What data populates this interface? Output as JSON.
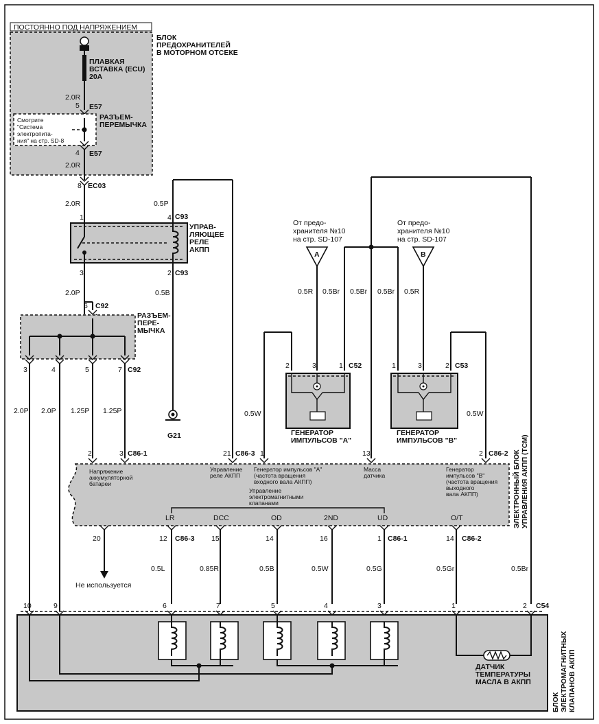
{
  "header": {
    "always_hot": "ПОСТОЯННО ПОД НАПРЯЖЕНИЕМ"
  },
  "fuse_block": {
    "title_lines": [
      "БЛОК",
      "ПРЕДОХРАНИТЕЛЕЙ",
      "В МОТОРНОМ ОТСЕКЕ"
    ],
    "fuse_lines": [
      "ПЛАВКАЯ",
      "ВСТАВКА (ECU)",
      "20A"
    ],
    "jumper_lines": [
      "РАЗЪЕМ-",
      "ПЕРЕМЫЧКА"
    ],
    "note_lines": [
      "Смотрите",
      "\"Система",
      "электропита-",
      "ния\" на стр. SD-8"
    ]
  },
  "relay": {
    "title_lines": [
      "УПРАВ-",
      "ЛЯЮЩЕЕ",
      "РЕЛЕ",
      "АКПП"
    ]
  },
  "jumper2": {
    "title_lines": [
      "РАЗЪЕМ-",
      "ПЕРЕ-",
      "МЫЧКА"
    ]
  },
  "ground": {
    "label": "G21"
  },
  "source_a": {
    "text_lines": [
      "От предо-",
      "хранителя №10",
      "на стр. SD-107"
    ],
    "letter": "A"
  },
  "source_b": {
    "text_lines": [
      "От предо-",
      "хранителя №10",
      "на стр. SD-107"
    ],
    "letter": "B"
  },
  "gen_a": {
    "label_lines": [
      "ГЕНЕРАТОР",
      "ИМПУЛЬСОВ \"А\""
    ]
  },
  "gen_b": {
    "label_lines": [
      "ГЕНЕРАТОР",
      "ИМПУЛЬСОВ \"В\""
    ]
  },
  "tcm": {
    "side_lines": [
      "ЭЛЕКТРОННЫЙ БЛОК",
      "УПРАВЛЕНИЯ АКПП (ТСМ)"
    ],
    "battery_lines": [
      "Напряжение",
      "аккумуляторной",
      "батареи"
    ],
    "relay_ctrl_lines": [
      "Управление",
      "реле АКПП"
    ],
    "gen_a_lines": [
      "Генератор импульсов \"А\"",
      "(частота вращения",
      "входного вала АКПП)"
    ],
    "sensor_gnd_lines": [
      "Масса",
      "датчика"
    ],
    "gen_b_lines": [
      "Генератор",
      "импульсов \"В\"",
      "(частота вращения",
      "выходного",
      "вала АКПП)"
    ],
    "solenoid_ctrl_lines": [
      "Управление",
      "электромагнитными",
      "клапанами"
    ],
    "outputs": [
      "LR",
      "DCC",
      "OD",
      "2ND",
      "UD",
      "O/T"
    ]
  },
  "not_used": "Не используется",
  "solenoid_block": {
    "side_lines": [
      "БЛОК",
      "ЭЛЕКТРОМАГНИТНЫХ",
      "КЛАПАНОВ АКПП"
    ],
    "sensor_lines": [
      "ДАТЧИК",
      "ТЕМПЕРАТУРЫ",
      "МАСЛА В АКПП"
    ]
  },
  "connectors": {
    "e57_top": "E57",
    "e57_bot": "E57",
    "ec03": "EC03",
    "c93_top": "C93",
    "c93_bot": "C93",
    "c92_top": "C92",
    "c92_bot": "C92",
    "c52": "C52",
    "c53": "C53",
    "c86_1_top": "C86-1",
    "c86_3_top": "C86-3",
    "c86_2_top": "C86-2",
    "c86_3_bot": "C86-3",
    "c86_1_bot": "C86-1",
    "c86_2_bot": "C86-2",
    "c54": "C54"
  },
  "pins": {
    "e57_5": "5",
    "e57_4": "4",
    "ec03_8": "8",
    "c93_1": "1",
    "c93_4": "4",
    "c93_3": "3",
    "c93_2": "2",
    "c92_6": "6",
    "c92_3": "3",
    "c92_4": "4",
    "c92_5": "5",
    "c92_7": "7",
    "c52_2": "2",
    "c52_3": "3",
    "c52_1": "1",
    "c53_1": "1",
    "c53_3": "3",
    "c53_2": "2",
    "t_2": "2",
    "t_3": "3",
    "t_21": "21",
    "t_1": "1",
    "t_13": "13",
    "t_2b": "2",
    "b_20": "20",
    "b_12": "12",
    "b_15": "15",
    "b_14": "14",
    "b_16": "16",
    "b_1": "1",
    "b_14b": "14",
    "s_10": "10",
    "s_9": "9",
    "s_6": "6",
    "s_7": "7",
    "s_5": "5",
    "s_4": "4",
    "s_3": "3",
    "s_1": "1",
    "s_2": "2"
  },
  "wires": {
    "w_fuse": "2.0R",
    "w_jump": "2.0R",
    "w_ec03": "2.0R",
    "w_relay_coil": "0.5P",
    "w_c92": "2.0P",
    "w_gnd": "0.5B",
    "w_3": "2.0P",
    "w_4": "2.0P",
    "w_5": "1.25P",
    "w_7": "1.25P",
    "w_a_src": "0.5R",
    "w_a_br": "0.5Br",
    "w_b_br1": "0.5Br",
    "w_b_br2": "0.5Br",
    "w_b_src": "0.5R",
    "w_a_sig": "0.5W",
    "w_b_sig": "0.5W",
    "w_lr": "0.5L",
    "w_dcc": "0.85R",
    "w_od": "0.5B",
    "w_2nd": "0.5W",
    "w_ud": "0.5G",
    "w_ot": "0.5Gr",
    "w_c54": "0.5Br"
  }
}
